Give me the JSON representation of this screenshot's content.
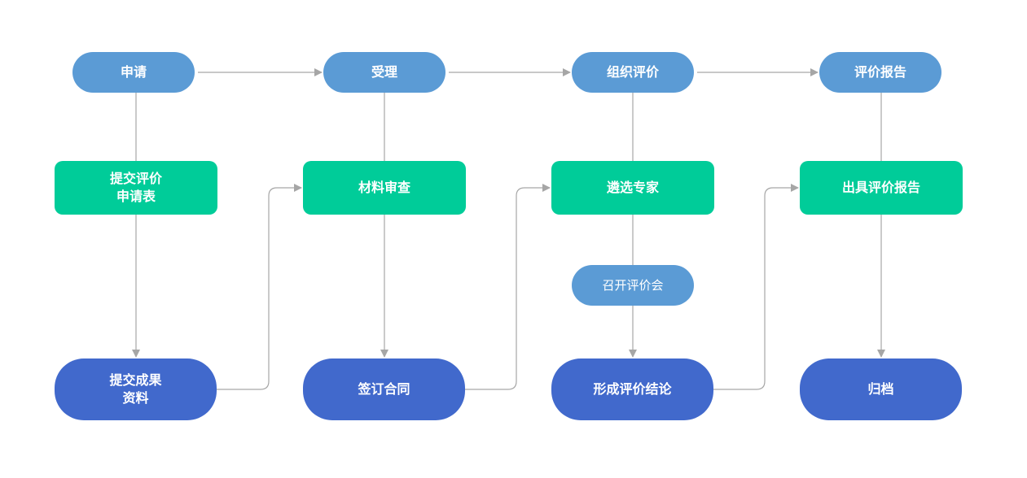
{
  "colors": {
    "pill_light": "#5b9bd5",
    "green": "#00cc99",
    "dark_blue": "#4169cc",
    "connector": "#a6a6a6"
  },
  "stages": [
    {
      "label": "申请"
    },
    {
      "label": "受理"
    },
    {
      "label": "组织评价"
    },
    {
      "label": "评价报告"
    }
  ],
  "tasks": [
    {
      "label": "提交评价\n申请表"
    },
    {
      "label": "材料审查"
    },
    {
      "label": "遴选专家"
    },
    {
      "label": "出具评价报告"
    }
  ],
  "meeting": {
    "label": "召开评价会"
  },
  "outcomes": [
    {
      "label": "提交成果\n资料"
    },
    {
      "label": "签订合同"
    },
    {
      "label": "形成评价结论"
    },
    {
      "label": "归档"
    }
  ]
}
